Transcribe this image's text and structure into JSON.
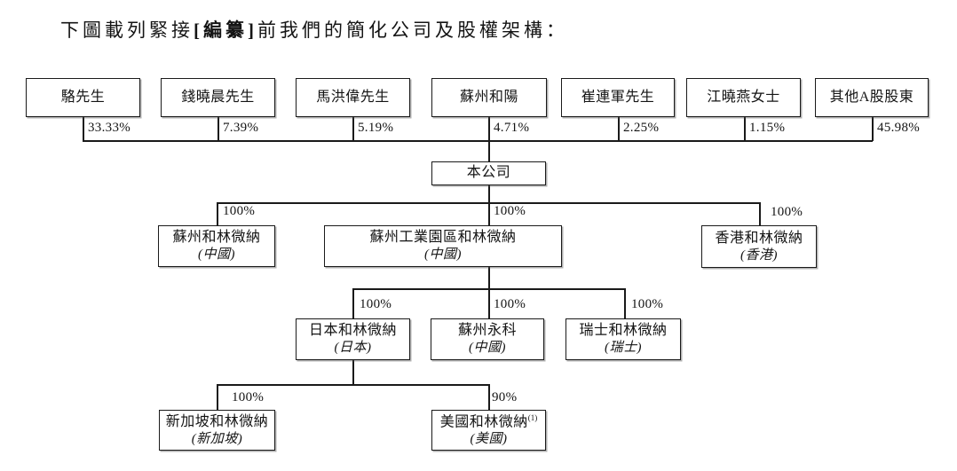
{
  "page": {
    "background": "#ffffff",
    "line_color": "#1a1a1a",
    "text_color": "#141414"
  },
  "title": {
    "prefix": "下圖載列緊接",
    "bracketed": "[編纂]",
    "suffix": "前我們的簡化公司及股權架構："
  },
  "company": {
    "id": "company",
    "label": "本公司"
  },
  "shareholders": [
    {
      "id": "luo",
      "label": "駱先生",
      "pct": "33.33%"
    },
    {
      "id": "qian",
      "label": "錢曉晨先生",
      "pct": "7.39%"
    },
    {
      "id": "ma",
      "label": "馬洪偉先生",
      "pct": "5.19%"
    },
    {
      "id": "heyang",
      "label": "蘇州和陽",
      "pct": "4.71%"
    },
    {
      "id": "cui",
      "label": "崔連軍先生",
      "pct": "2.25%"
    },
    {
      "id": "jiang",
      "label": "江曉燕女士",
      "pct": "1.15%"
    },
    {
      "id": "other",
      "label": "其他A股股東",
      "pct": "45.98%"
    }
  ],
  "subsidiaries": [
    {
      "id": "suzhou-helin",
      "label": "蘇州和林微納",
      "location": "(中國)",
      "pct": "100%",
      "parent": "company"
    },
    {
      "id": "sip-helin",
      "label": "蘇州工業園區和林微納",
      "location": "(中國)",
      "pct": "100%",
      "parent": "company"
    },
    {
      "id": "hk-helin",
      "label": "香港和林微納",
      "location": "(香港)",
      "pct": "100%",
      "parent": "company"
    },
    {
      "id": "japan-helin",
      "label": "日本和林微納",
      "location": "(日本)",
      "pct": "100%",
      "parent": "sip-helin"
    },
    {
      "id": "suzhou-yongke",
      "label": "蘇州永科",
      "location": "(中國)",
      "pct": "100%",
      "parent": "sip-helin"
    },
    {
      "id": "swiss-helin",
      "label": "瑞士和林微納",
      "location": "(瑞士)",
      "pct": "100%",
      "parent": "sip-helin"
    },
    {
      "id": "sg-helin",
      "label": "新加坡和林微納",
      "location": "(新加坡)",
      "pct": "100%",
      "parent": "japan-helin"
    },
    {
      "id": "us-helin",
      "label": "美國和林微納",
      "sup": "(1)",
      "location": "(美國)",
      "pct": "90%",
      "parent": "japan-helin"
    }
  ]
}
